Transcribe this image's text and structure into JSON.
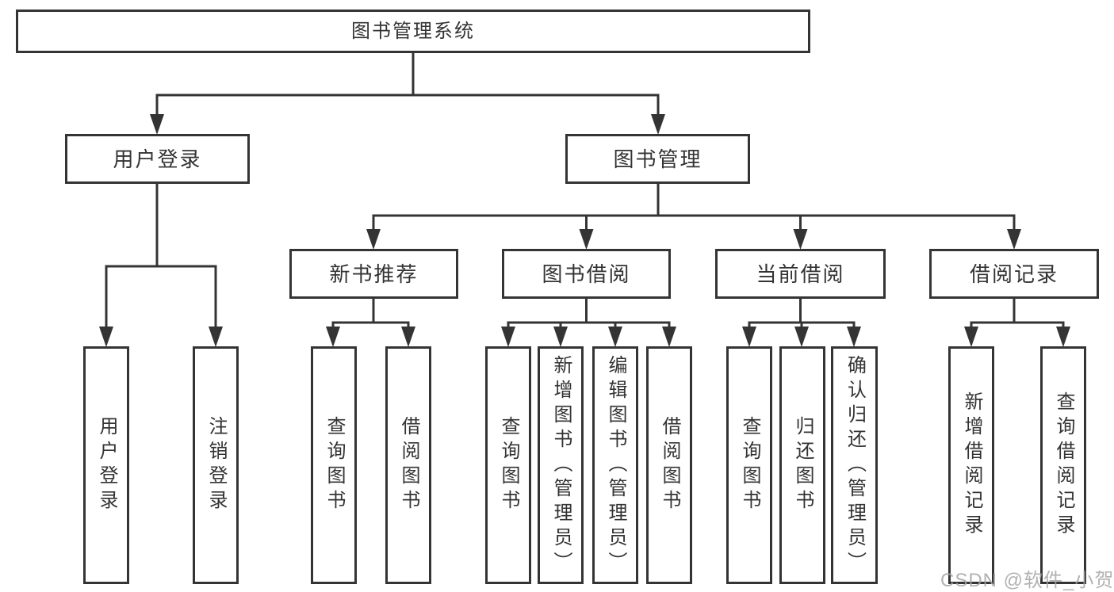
{
  "diagram": {
    "type": "hierarchy-chart",
    "colors": {
      "line": "#343434",
      "text": "#333333",
      "background": "#ffffff",
      "watermark": "#a5a5a5"
    },
    "tree": {
      "label": "图书管理系统",
      "children": [
        {
          "label": "用户登录",
          "children": [
            {
              "label": "用户登录"
            },
            {
              "label": "注销登录"
            }
          ]
        },
        {
          "label": "图书管理",
          "children": [
            {
              "label": "新书推荐",
              "children": [
                {
                  "label": "查询图书"
                },
                {
                  "label": "借阅图书"
                }
              ]
            },
            {
              "label": "图书借阅",
              "children": [
                {
                  "label": "查询图书"
                },
                {
                  "label": "新增图书（管理员）"
                },
                {
                  "label": "编辑图书（管理员）"
                },
                {
                  "label": "借阅图书"
                }
              ]
            },
            {
              "label": "当前借阅",
              "children": [
                {
                  "label": "查询图书"
                },
                {
                  "label": "归还图书"
                },
                {
                  "label": "确认归还（管理员）"
                }
              ]
            },
            {
              "label": "借阅记录",
              "children": [
                {
                  "label": "新增借阅记录"
                },
                {
                  "label": "查询借阅记录"
                }
              ]
            }
          ]
        }
      ]
    },
    "watermark": {
      "text": "CSDN @软件_小贺同学"
    }
  }
}
